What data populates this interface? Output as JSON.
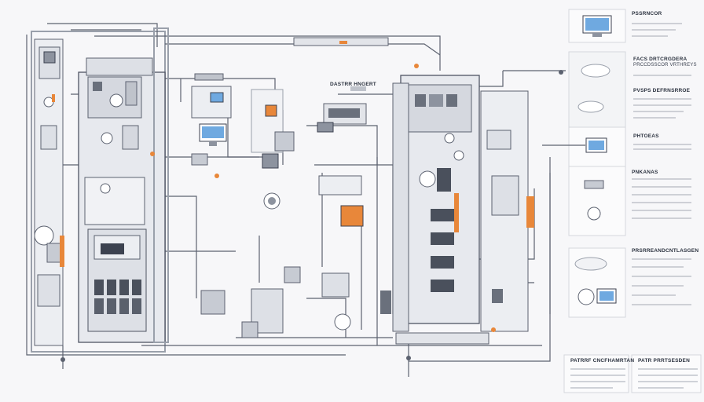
{
  "labels": {
    "top_right_1": "PSSRNCOR",
    "top_right_2": "FACS DRTCRGDERA",
    "top_right_2b": "PRCCDSSCOR VRTHREYS",
    "right_3": "PVSPS DEFRNSRROE",
    "right_4": "PHTOEAS",
    "right_5": "PNKANAS",
    "right_6": "PRSRREANDCNTLASGEN",
    "center_header": "DASTRR HNGERT",
    "bottom_1": "PATRRF CNCFHAMRTAN",
    "bottom_2": "PATR PRRTSESDEN"
  },
  "colors": {
    "line": "#5c6270",
    "accent_orange": "#e8873a",
    "screen_blue": "#6fa9e0",
    "cabinet_fill": "#e7e9ee",
    "panel_fill": "#fbfbfc"
  }
}
